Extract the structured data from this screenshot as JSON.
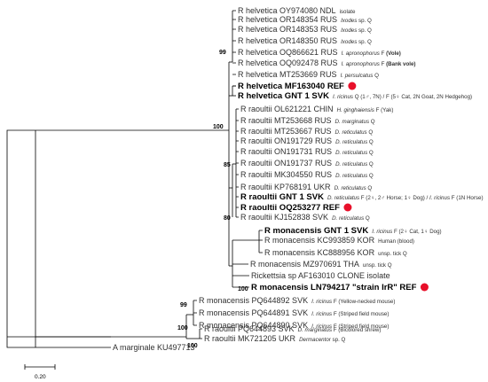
{
  "tree": {
    "leaves": [
      {
        "id": "oy974080",
        "label": "R helvetica OY974080 NDL",
        "note": [
          [
            "isolate",
            "n"
          ]
        ]
      },
      {
        "id": "or148354",
        "label": "R helvetica OR148354 RUS",
        "note": [
          [
            "Ixodes",
            "i"
          ],
          [
            " sp. Q",
            "n"
          ]
        ]
      },
      {
        "id": "or148353",
        "label": "R helvetica OR148353 RUS",
        "note": [
          [
            "Ixodes",
            "i"
          ],
          [
            " sp. Q",
            "n"
          ]
        ]
      },
      {
        "id": "or148350",
        "label": "R helvetica OR148350 RUS",
        "note": [
          [
            "Ixodes",
            "i"
          ],
          [
            " sp. Q",
            "n"
          ]
        ]
      },
      {
        "id": "oq866621",
        "label": "R helvetica OQ866621 RUS",
        "note": [
          [
            "I. apronophorus",
            "i"
          ],
          [
            " F ",
            "n"
          ],
          [
            "(Vole)",
            "b"
          ]
        ]
      },
      {
        "id": "oq092478",
        "label": "R helvetica OQ092478 RUS",
        "note": [
          [
            "I. apronophorus",
            "i"
          ],
          [
            " F ",
            "n"
          ],
          [
            "(Bank vole)",
            "b"
          ]
        ]
      },
      {
        "id": "mt253669",
        "label": "R helvetica MT253669 RUS",
        "note": [
          [
            "I. persulcatus",
            "i"
          ],
          [
            " Q",
            "n"
          ]
        ]
      },
      {
        "id": "mf163040",
        "label": "R helvetica MF163040 REF",
        "bold": true,
        "dot": true
      },
      {
        "id": "gnt1_helv",
        "label": "R helvetica GNT 1 SVK",
        "bold": true,
        "note": [
          [
            "I. ricinus",
            "i"
          ],
          [
            " Q (1♂, 7N) / F (5♀ Cat, 2N Goat, 2N Hedgehog)",
            "n"
          ]
        ]
      },
      {
        "id": "ol621221",
        "label": "R raoultii OL621221 CHIN",
        "note": [
          [
            "H. ginghaiensis",
            "i"
          ],
          [
            " F (Yak)",
            "n"
          ]
        ]
      },
      {
        "id": "mt253668",
        "label": "R raoultii MT253668 RUS",
        "note": [
          [
            "D. marginatus",
            "i"
          ],
          [
            " Q",
            "n"
          ]
        ]
      },
      {
        "id": "mt253667",
        "label": "R raoultii MT253667 RUS",
        "note": [
          [
            "D. reticulatus",
            "i"
          ],
          [
            " Q",
            "n"
          ]
        ]
      },
      {
        "id": "on191729",
        "label": "R raoultii ON191729 RUS",
        "note": [
          [
            "D. reticulatus",
            "i"
          ],
          [
            " Q",
            "n"
          ]
        ]
      },
      {
        "id": "on191731",
        "label": "R raoultii ON191731 RUS",
        "note": [
          [
            "D. reticulatus",
            "i"
          ],
          [
            " Q",
            "n"
          ]
        ]
      },
      {
        "id": "on191737",
        "label": "R raoultii ON191737 RUS",
        "note": [
          [
            "D. reticulatus",
            "i"
          ],
          [
            " Q",
            "n"
          ]
        ]
      },
      {
        "id": "mk304550",
        "label": "R raoultii MK304550 RUS",
        "note": [
          [
            "D. reticulatus",
            "i"
          ],
          [
            " Q",
            "n"
          ]
        ]
      },
      {
        "id": "kp768191",
        "label": "R raoultii KP768191 UKR",
        "note": [
          [
            "D. reticulatus",
            "i"
          ],
          [
            " Q",
            "n"
          ]
        ]
      },
      {
        "id": "gnt1_raou",
        "label": "R raoultii GNT 1 SVK",
        "bold": true,
        "note": [
          [
            "D. reticulatus",
            "i"
          ],
          [
            " F (2♀, 2♂ Horse; 1♀ Dog) / ",
            "n"
          ],
          [
            "I. ricinus",
            "i"
          ],
          [
            " F (1N Horse)",
            "n"
          ]
        ]
      },
      {
        "id": "oq253277",
        "label": "R raoultii OQ253277 REF",
        "bold": true,
        "dot": true
      },
      {
        "id": "kj152838",
        "label": "R raoultii KJ152838 SVK",
        "note": [
          [
            "D. reticulatus",
            "i"
          ],
          [
            " Q",
            "n"
          ]
        ]
      },
      {
        "id": "gnt1_mona",
        "label": "R monacensis GNT 1 SVK",
        "bold": true,
        "note": [
          [
            "I. ricinus",
            "i"
          ],
          [
            " F (2♀ Cat, 1♀ Dog)",
            "n"
          ]
        ]
      },
      {
        "id": "kc993859",
        "label": "R monacensis KC993859 KOR",
        "note": [
          [
            "Human (blood)",
            "n"
          ]
        ]
      },
      {
        "id": "kc888956",
        "label": "R monacensis KC888956 KOR",
        "note": [
          [
            "unsp. tick Q",
            "n"
          ]
        ]
      },
      {
        "id": "mz970691",
        "label": "R monacensis MZ970691 THA",
        "note": [
          [
            "unsp. tick Q",
            "n"
          ]
        ]
      },
      {
        "id": "af163010",
        "label": "Rickettsia sp AF163010 CLONE isolate",
        "note": []
      },
      {
        "id": "ln794217",
        "label": "R monacensis LN794217 \"strain IrR\" REF",
        "bold": true,
        "dot": true
      },
      {
        "id": "pq644892",
        "label": "R monacensis PQ644892 SVK",
        "note": [
          [
            "I. ricinus",
            "i"
          ],
          [
            " F (Yellow-necked mouse)",
            "n"
          ]
        ]
      },
      {
        "id": "pq644891",
        "label": "R monacensis PQ644891 SVK",
        "note": [
          [
            "I. ricinus",
            "i"
          ],
          [
            " F (Striped field mouse)",
            "n"
          ]
        ]
      },
      {
        "id": "pq644890",
        "label": "R monacensis PQ644890 SVK",
        "note": [
          [
            "I. ricinus",
            "i"
          ],
          [
            " F (Striped field mouse)",
            "n"
          ]
        ]
      },
      {
        "id": "pq644893",
        "label": "R raoultii PQ644893 SVK",
        "note": [
          [
            "D. marginatus",
            "i"
          ],
          [
            " F (Bicolored shrew)",
            "n"
          ]
        ]
      },
      {
        "id": "mk721205",
        "label": "R raoultii MK721205 UKR",
        "note": [
          [
            "Dermacentor",
            "i"
          ],
          [
            " sp. Q",
            "n"
          ]
        ]
      },
      {
        "id": "ku497713",
        "label": "A marginale KU497713",
        "note": []
      }
    ],
    "bootstrap": [
      "99",
      "100",
      "85",
      "80",
      "100",
      "99",
      "100",
      "100"
    ],
    "scale_label": "0.20",
    "colors": {
      "ref_dot": "#e8102a",
      "line": "#000000"
    }
  }
}
